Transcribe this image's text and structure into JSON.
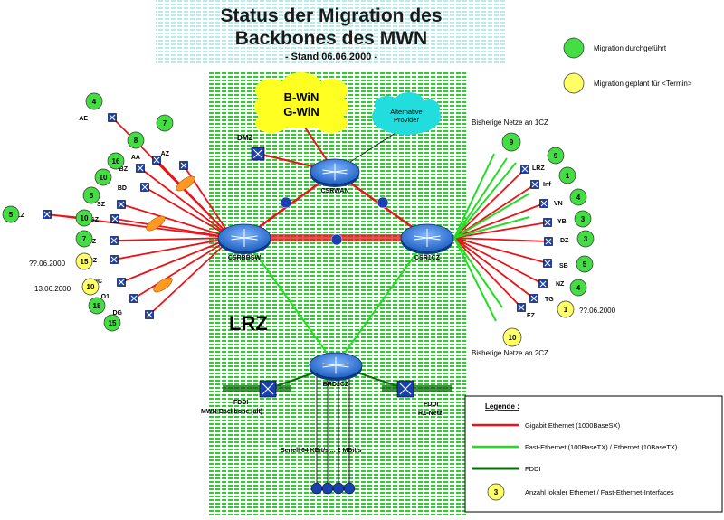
{
  "title_line1": "Status der Migration des",
  "title_line2": "Backbones des MWN",
  "subtitle": "- Stand 06.06.2000 -",
  "status_legend": {
    "done": "Migration durchgeführt",
    "planned": "Migration geplant für <Termin>"
  },
  "colors": {
    "gigabit": "#e8141a",
    "fast_ethernet": "#22dd22",
    "fddi": "#0a6a0a",
    "circle_done": "#44dd44",
    "circle_planned": "#ffff66",
    "router": "#2f7fe0"
  },
  "clouds": {
    "bwin_line1": "B-WiN",
    "bwin_line2": "G-WiN",
    "alt_line1": "Alternative",
    "alt_line2": "Provider"
  },
  "routers": {
    "csrwan": "CSRWAN",
    "csrbbsw": "CSRBBSW",
    "csr1cz": "CSR1CZ",
    "brd2cz": "BRD2CZ"
  },
  "center_label": "LRZ",
  "dmz": "DMZ",
  "fddi_left_line1": "FDDI",
  "fddi_left_line2": "MWN-Backbone (alt)",
  "fddi_right_line1": "FDDI",
  "fddi_right_line2": "RZ-Netz",
  "serial": "Seriell 64 KBit/s ... 2 MBit/s",
  "left_nodes": [
    {
      "name": "AE",
      "count": "4"
    },
    {
      "name": "AZ",
      "count": "7"
    },
    {
      "name": "AA",
      "count": "8"
    },
    {
      "name": "BZ",
      "count": "16"
    },
    {
      "name": "BD",
      "count": "10"
    },
    {
      "name": "SZ",
      "count": "5"
    },
    {
      "name": "GZ",
      "count": "10"
    },
    {
      "name": "LZ",
      "count": "5"
    },
    {
      "name": "OZ",
      "count": "7"
    },
    {
      "name": "RZ",
      "count": "15"
    },
    {
      "name": "IC",
      "count": "10"
    },
    {
      "name": "O1",
      "count": "18"
    },
    {
      "name": "DG",
      "count": "15"
    }
  ],
  "left_dates": {
    "rz": "??.06.2000",
    "ic": "13.06.2000"
  },
  "right_nodes": [
    {
      "name": "LRZ",
      "count": "9"
    },
    {
      "name": "Inf",
      "count": "1"
    },
    {
      "name": "VN",
      "count": "4"
    },
    {
      "name": "YB",
      "count": "3"
    },
    {
      "name": "DZ",
      "count": "3"
    },
    {
      "name": "SB",
      "count": "5"
    },
    {
      "name": "NZ",
      "count": "4"
    },
    {
      "name": "TG",
      "count": "1"
    },
    {
      "name": "EZ",
      "count": ""
    }
  ],
  "right_extra": {
    "top_count": "9",
    "bottom_count": "10",
    "top_label": "Bisherige Netze an 1CZ",
    "bottom_label": "Bisherige Netze an 2CZ",
    "tg_date": "??.06.2000"
  },
  "legend": {
    "title": "Legende :",
    "gigabit": "Gigabit Ethernet (1000BaseSX)",
    "fast": "Fast-Ethernet (100BaseTX) / Ethernet (10BaseTX)",
    "fddi": "FDDI",
    "count_example": "3",
    "count": "Anzahl lokaler Ethernet / Fast-Ethernet-Interfaces"
  }
}
